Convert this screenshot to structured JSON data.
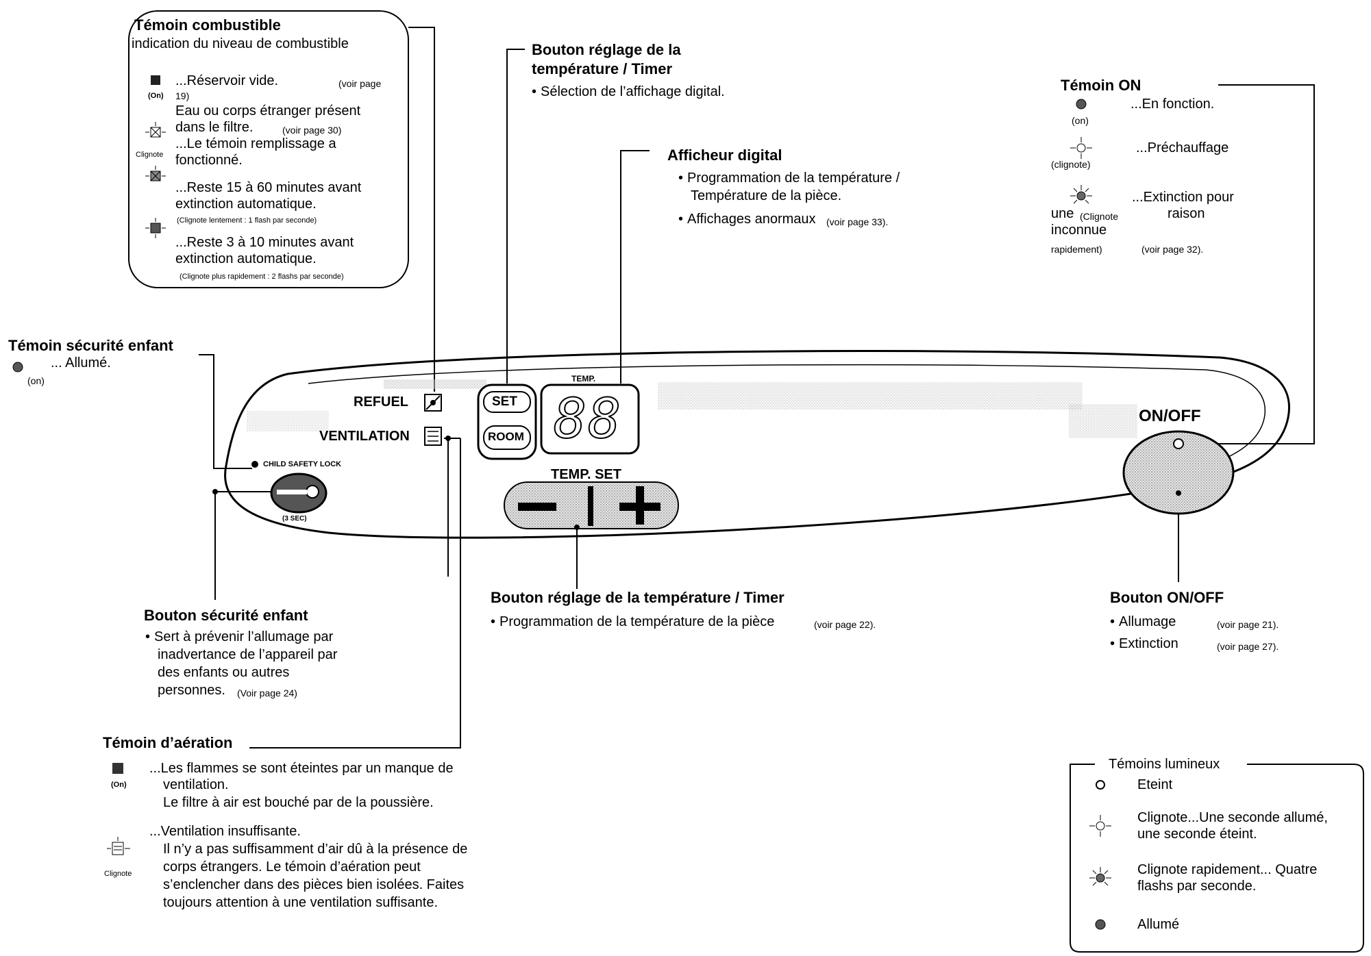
{
  "fuel": {
    "title": "Témoin combustible",
    "subtitle": "indication du niveau de combustible",
    "on_label": "(On)",
    "blink_label": "Clignote",
    "l1": "...Réservoir vide.",
    "l1_ref": "(voir page",
    "l1_ref2": "19)",
    "l2": "Eau ou corps étranger présent",
    "l3": "dans le filtre.",
    "l3_ref": "(voir page 30)",
    "l4": "...Le témoin remplissage a",
    "l5": "fonctionné.",
    "l6": "...Reste 15 à 60 minutes avant",
    "l7": "extinction automatique.",
    "l8": "(Clignote lentement : 1 flash par seconde)",
    "l9": "...Reste 3 à 10 minutes avant",
    "l10": "extinction automatique.",
    "l11": "(Clignote plus rapidement : 2 flashs par seconde)"
  },
  "temp_timer_top": {
    "title1": "Bouton réglage de la",
    "title2": "température / Timer",
    "bullet": "Sélection de l’affichage digital."
  },
  "display": {
    "title": "Afficheur digital",
    "b1a": "Programmation de la température /",
    "b1b": "Température de la pièce.",
    "b2": "Affichages anormaux",
    "b2_ref": "(voir page 33)."
  },
  "on_indicator": {
    "title": "Témoin ON",
    "on": "(on)",
    "on_text": "...En fonction.",
    "blink": "(clignote)",
    "blink_text": "...Préchauffage",
    "fast1": "...Extinction pour",
    "fast2": "une",
    "fast3": "(Clignote",
    "fast4": "raison",
    "fast5": "inconnue",
    "fast6": "rapidement)",
    "fast_ref": "(voir page 32)."
  },
  "child_indicator": {
    "title": "Témoin sécurité enfant",
    "text": "... Allumé.",
    "on": "(on)"
  },
  "panel": {
    "refuel": "REFUEL",
    "ventilation": "VENTILATION",
    "set": "SET",
    "room": "ROOM",
    "temp": "TEMP.",
    "digits": "88",
    "temp_set": "TEMP. SET",
    "minus": "−",
    "plus": "+",
    "onoff": "ON/OFF",
    "child_lock": "CHILD SAFETY LOCK",
    "sec": "(3 SEC)"
  },
  "child_button": {
    "title": "Bouton sécurité enfant",
    "l1": "Sert à prévenir l’allumage par",
    "l2": "inadvertance de l’appareil par",
    "l3": "des enfants ou autres",
    "l4": "personnes.",
    "ref": "(Voir page 24)"
  },
  "temp_timer_bottom": {
    "title": "Bouton réglage de la température / Timer",
    "bullet": "Programmation de la température de la pièce",
    "ref": "(voir page 22)."
  },
  "onoff_button": {
    "title": "Bouton ON/OFF",
    "b1": "Allumage",
    "b1_ref": "(voir page 21).",
    "b2": "Extinction",
    "b2_ref": "(voir page 27)."
  },
  "aeration": {
    "title": "Témoin d’aération",
    "on": "(On)",
    "blink": "Clignote",
    "l1": "...Les flammes se sont éteintes par un manque de",
    "l2": "ventilation.",
    "l3": "Le filtre à air est bouché par de la poussière.",
    "l4": "...Ventilation insuffisante.",
    "l5": "Il n’y a pas suffisamment d’air dû à la présence de",
    "l6": "corps étrangers. Le témoin d’aération peut",
    "l7": "s’enclencher dans des pièces bien isolées. Faites",
    "l8": "toujours attention à une ventilation suffisante."
  },
  "legend": {
    "title": "Témoins lumineux",
    "off": "Eteint",
    "blink1": "Clignote...Une seconde allumé,",
    "blink2": "une seconde éteint.",
    "fast1": "Clignote rapidement... Quatre",
    "fast2": "flashs par seconde.",
    "on": "Allumé"
  }
}
